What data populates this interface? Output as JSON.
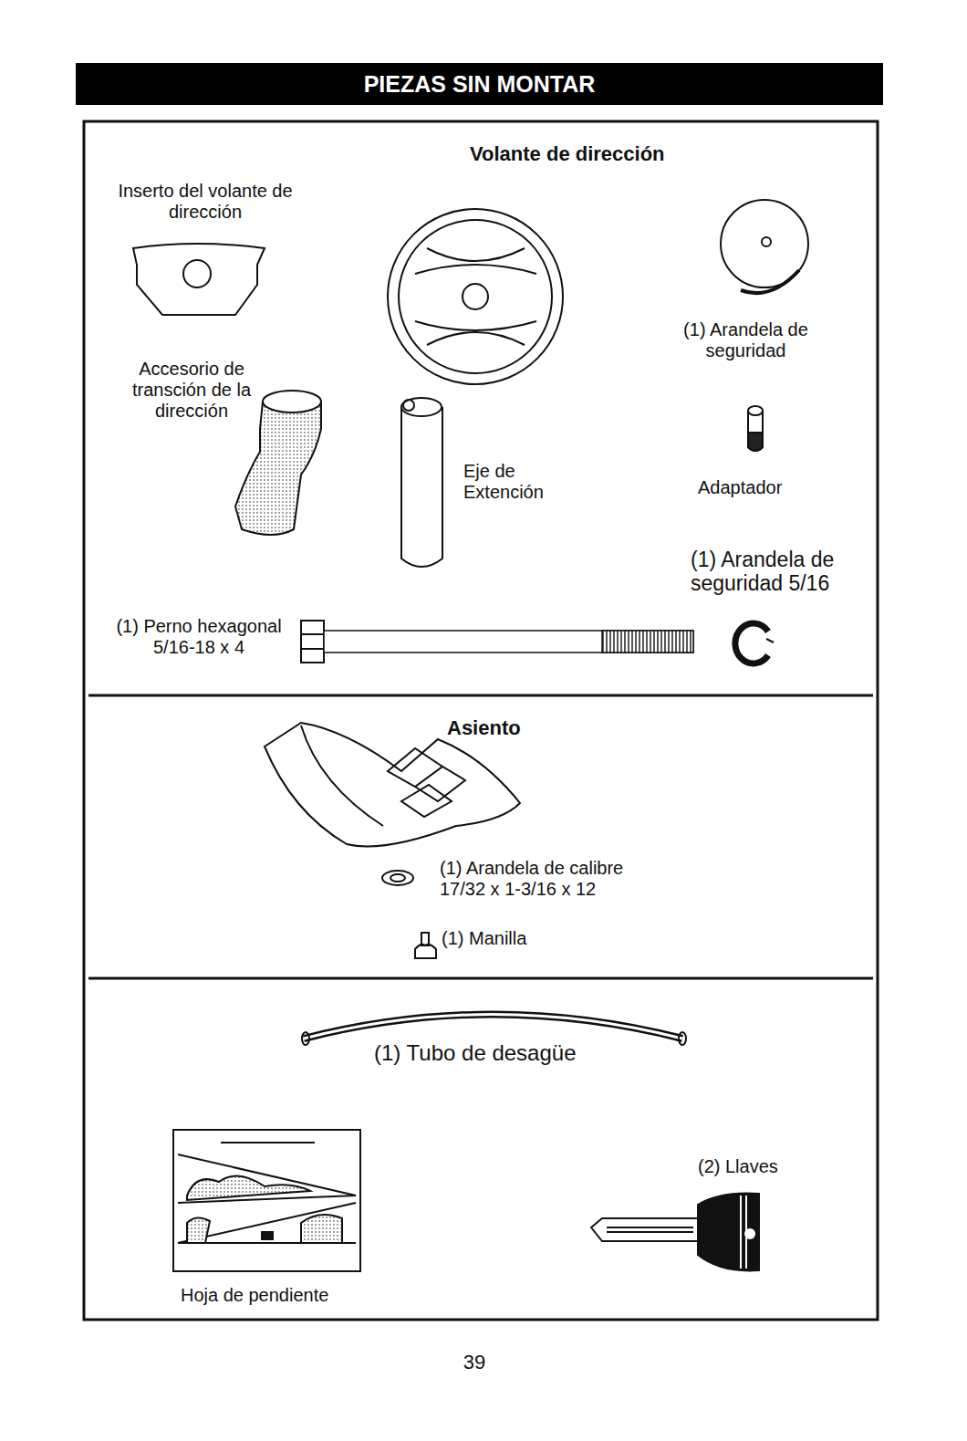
{
  "diagram": {
    "title": "PIEZAS SIN MONTAR",
    "nodes": [
      {
        "text": [
          "Volante de dirección"
        ]
      },
      {
        "text": [
          "Asiento"
        ]
      }
    ],
    "labels": [
      "Inserto del volante de dirección",
      "Accesorio de transción de la dirección",
      "Eje de Extención",
      "(1) Arandela de seguridad",
      "Adaptador",
      "(1) Arandela de seguridad 5/16",
      "(1) Perno hexagonal 5/16-18 x 4",
      "(1) Arandela de calibre 17/32 x 1-3/16 x 12",
      "(1) Manilla",
      "(1) Tubo de desagüe",
      "(2) Llaves",
      "Hoja de pendiente",
      "39"
    ]
  }
}
